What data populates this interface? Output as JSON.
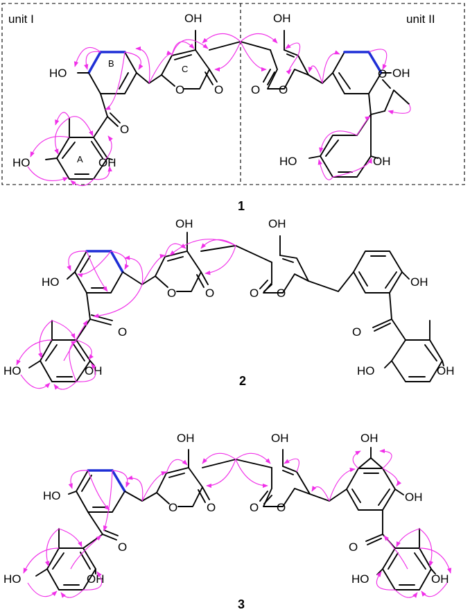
{
  "colors": {
    "bond": "#000000",
    "highlight_bond": "#1f2fd6",
    "hmbc_arrow": "#f030e8"
  },
  "compound1": {
    "unit_left": "unit I",
    "unit_right": "unit II",
    "ring_a": "A",
    "ring_b": "B",
    "ring_c": "C",
    "number": "1"
  },
  "compound2": {
    "number": "2"
  },
  "compound3": {
    "number": "3"
  },
  "groups": {
    "oh": "OH",
    "ho": "HO",
    "o": "O"
  }
}
